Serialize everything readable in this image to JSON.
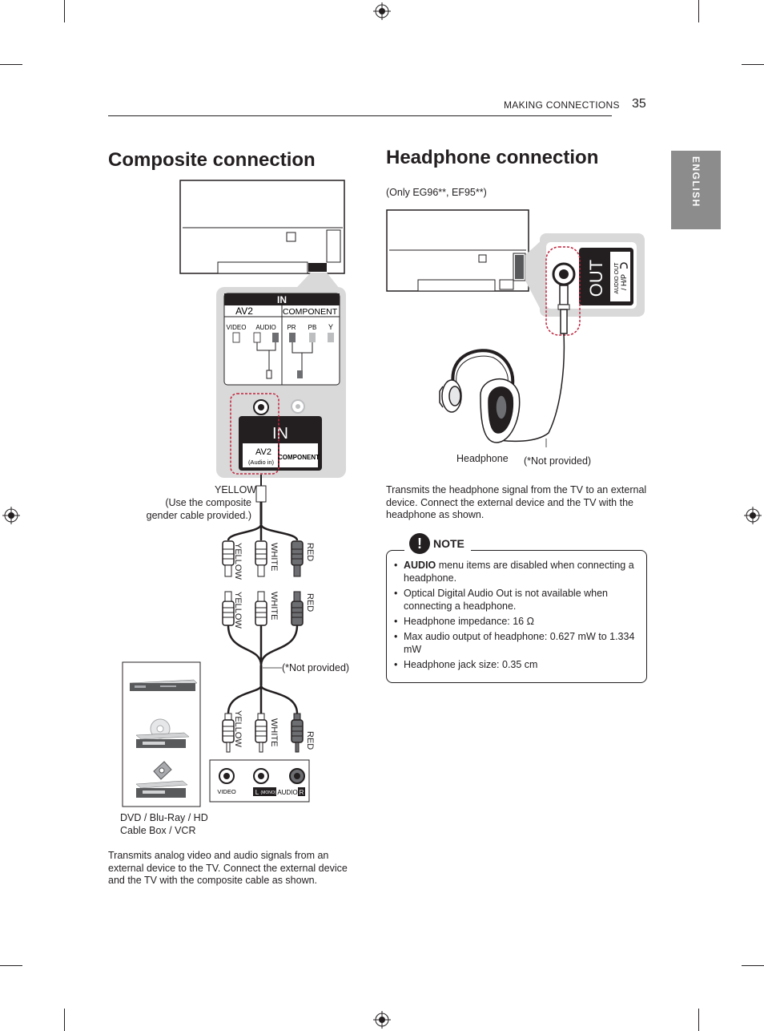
{
  "header": {
    "section": "MAKING CONNECTIONS",
    "page_number": "35",
    "language_tab": "ENGLISH"
  },
  "composite": {
    "title": "Composite connection",
    "panel": {
      "in_label": "IN",
      "av2_label": "AV2",
      "component_label": "COMPONENT",
      "video_label": "VIDEO",
      "audio_label": "AUDIO",
      "pr_label": "PR",
      "pb_label": "PB",
      "y_label": "Y",
      "in_large_label": "IN",
      "av2_small_label": "AV2",
      "audio_in_label": "(Audio in)",
      "component_small_label": "COMPONENT"
    },
    "cable_note_yellow": "YELLOW",
    "cable_note_detail": "(Use the composite gender cable provided.)",
    "cable_labels": {
      "yellow": "YELLOW",
      "white": "WHITE",
      "red": "RED"
    },
    "not_provided": "(*Not provided)",
    "device_panel": {
      "video": "VIDEO",
      "left": "L",
      "mono": "(MONO)",
      "audio": "AUDIO",
      "right": "R"
    },
    "device_caption": "DVD / Blu-Ray / HD Cable Box / VCR",
    "description": "Transmits analog video and audio signals from an external device to the TV. Connect the external device and the TV with the composite cable as shown."
  },
  "headphone": {
    "title": "Headphone connection",
    "models": "(Only EG96**, EF95**)",
    "jack": {
      "out": "OUT",
      "audio_out": "AUDIO OUT",
      "hp": "/ H/P"
    },
    "headphone_label": "Headphone",
    "not_provided": "(*Not provided)",
    "description": "Transmits the headphone signal from the TV to an external device. Connect the external device and the TV with the headphone as shown."
  },
  "note": {
    "label": "NOTE",
    "items": [
      {
        "bold": "AUDIO",
        "text": " menu items are disabled when connecting a headphone."
      },
      {
        "bold": "",
        "text": "Optical Digital Audio Out is not available when connecting a headphone."
      },
      {
        "bold": "",
        "text": "Headphone impedance: 16 Ω"
      },
      {
        "bold": "",
        "text": "Max audio output of headphone: 0.627 mW to 1.334 mW"
      },
      {
        "bold": "",
        "text": "Headphone jack size: 0.35 cm"
      }
    ]
  },
  "colors": {
    "text": "#231f20",
    "tab_gray": "#8c8c8c",
    "panel_gray": "#d9d9d9",
    "dashed_red": "#c0223b"
  }
}
